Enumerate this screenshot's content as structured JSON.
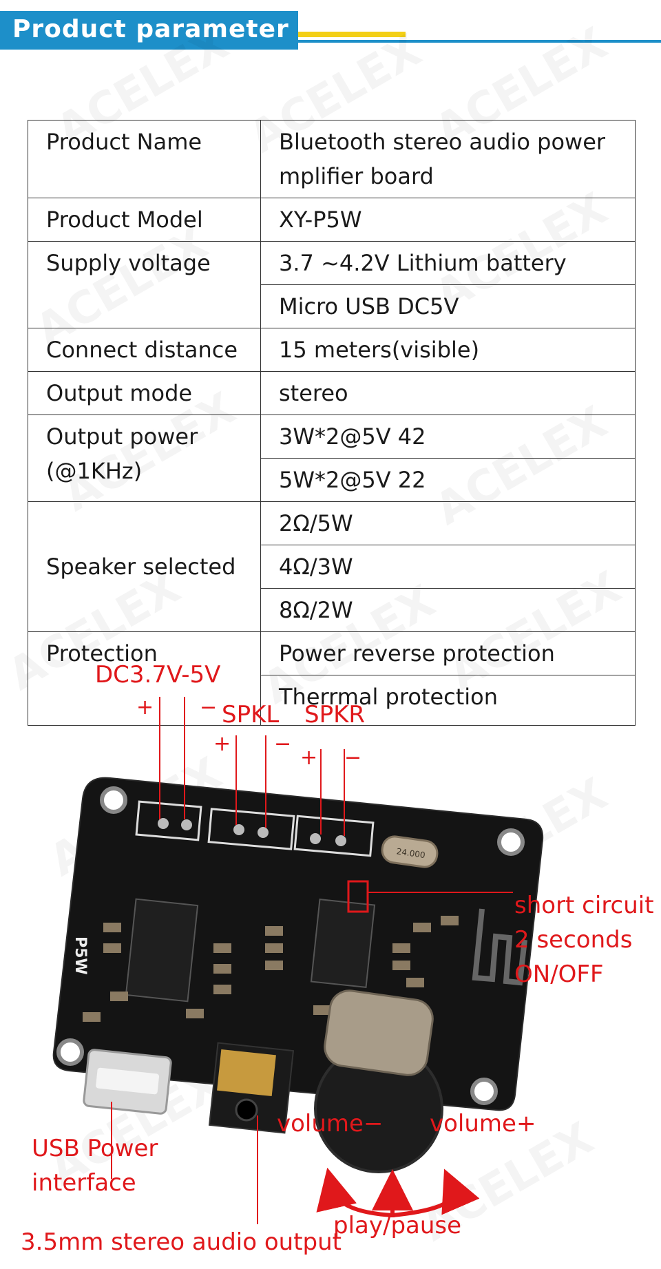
{
  "header": {
    "title": "Product parameter"
  },
  "watermark": "ACELEX",
  "params": {
    "rows": [
      {
        "name": "Product Name",
        "values": [
          "Bluetooth stereo audio power mplifier board"
        ]
      },
      {
        "name": "Product Model",
        "values": [
          "XY-P5W"
        ]
      },
      {
        "name": "Supply voltage",
        "values": [
          "3.7 ~4.2V Lithium battery",
          "Micro USB DC5V"
        ]
      },
      {
        "name": "Connect distance",
        "values": [
          "15 meters(visible)"
        ]
      },
      {
        "name": "Output mode",
        "values": [
          "stereo"
        ]
      },
      {
        "name": "Output power (@1KHz)",
        "values": [
          "3W*2@5V 42",
          "5W*2@5V 22"
        ]
      },
      {
        "name": "Speaker selected",
        "values": [
          "2Ω/5W",
          "4Ω/3W",
          "8Ω/2W"
        ]
      },
      {
        "name": "Protection",
        "values": [
          "Power reverse protection",
          "Therrmal protection"
        ]
      }
    ]
  },
  "diagram": {
    "dc_label": "DC3.7V-5V",
    "spkl_label": "SPKL",
    "spkr_label": "SPKR",
    "plus": "+",
    "minus": "−",
    "board_silk": "P5W",
    "crystal_text": "24.000",
    "short_circuit": [
      "short circuit",
      "2 seconds",
      "ON/OFF"
    ],
    "usb_power": [
      "USB Power",
      "interface"
    ],
    "audio_output": "3.5mm stereo audio output",
    "volume_minus": "volume−",
    "volume_plus": "volume+",
    "play_pause": "play/pause"
  },
  "colors": {
    "accent_blue": "#1d8fc9",
    "accent_yellow": "#f3cf16",
    "annotation_red": "#e0181b",
    "board_black": "#141414"
  }
}
